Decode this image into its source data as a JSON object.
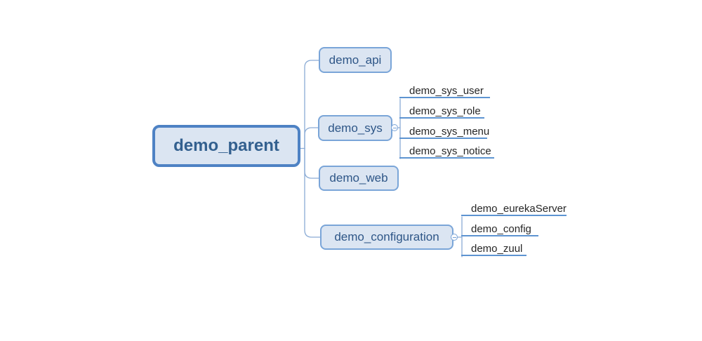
{
  "mindmap": {
    "root": {
      "label": "demo_parent"
    },
    "branches": [
      {
        "label": "demo_api",
        "children": []
      },
      {
        "label": "demo_sys",
        "children": [
          {
            "label": "demo_sys_user"
          },
          {
            "label": "demo_sys_role"
          },
          {
            "label": "demo_sys_menu"
          },
          {
            "label": "demo_sys_notice"
          }
        ]
      },
      {
        "label": "demo_web",
        "children": []
      },
      {
        "label": "demo_configuration",
        "children": [
          {
            "label": "demo_eurekaServer"
          },
          {
            "label": "demo_config"
          },
          {
            "label": "demo_zuul"
          }
        ]
      }
    ],
    "icons": {
      "collapse_toggle": "minus-circle"
    },
    "colors": {
      "background": "#ffffff",
      "root_border": "#4e82c4",
      "root_text": "#33608f",
      "node_border": "#7aa5d8",
      "node_fill": "#dbe5f2",
      "node_text": "#2e5687",
      "leaf_text": "#262626",
      "leaf_underline": "#5d94d1",
      "connector": "#8aabd5"
    }
  }
}
